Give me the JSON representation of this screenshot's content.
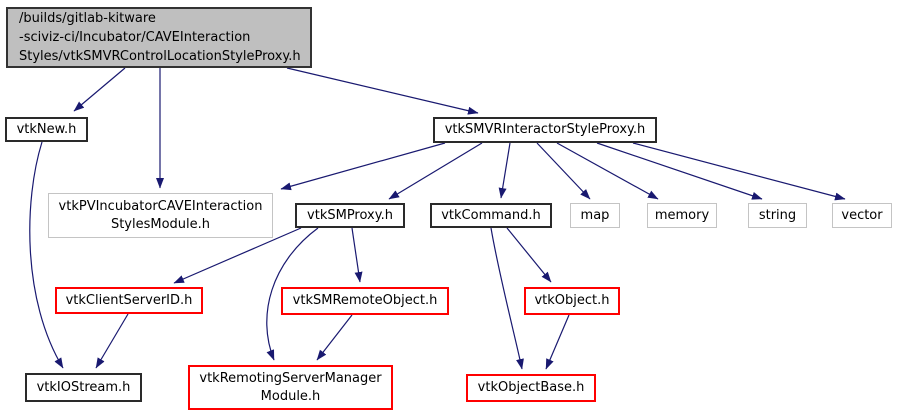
{
  "nodes": {
    "main": {
      "label": "/builds/gitlab-kitware\n-sciviz-ci/Incubator/CAVEInteraction\nStyles/vtkSMVRControlLocationStyleProxy.h",
      "type": "main"
    },
    "vtkNew": {
      "label": "vtkNew.h",
      "type": "normal"
    },
    "vtkSMVRInteractorStyleProxy": {
      "label": "vtkSMVRInteractorStyleProxy.h",
      "type": "normal"
    },
    "vtkPVIncubatorModule": {
      "label": "vtkPVIncubatorCAVEInteraction\nStylesModule.h",
      "type": "system"
    },
    "vtkSMProxy": {
      "label": "vtkSMProxy.h",
      "type": "normal"
    },
    "vtkCommand": {
      "label": "vtkCommand.h",
      "type": "normal"
    },
    "map": {
      "label": "map",
      "type": "system"
    },
    "memory": {
      "label": "memory",
      "type": "system"
    },
    "string": {
      "label": "string",
      "type": "system"
    },
    "vector": {
      "label": "vector",
      "type": "system"
    },
    "vtkClientServerID": {
      "label": "vtkClientServerID.h",
      "type": "truncated"
    },
    "vtkSMRemoteObject": {
      "label": "vtkSMRemoteObject.h",
      "type": "truncated"
    },
    "vtkObject": {
      "label": "vtkObject.h",
      "type": "truncated"
    },
    "vtkIOStream": {
      "label": "vtkIOStream.h",
      "type": "normal"
    },
    "vtkRemotingServerManagerModule": {
      "label": "vtkRemotingServerManager\nModule.h",
      "type": "truncated"
    },
    "vtkObjectBase": {
      "label": "vtkObjectBase.h",
      "type": "truncated"
    }
  },
  "edges": [
    {
      "from": "main",
      "to": "vtkNew"
    },
    {
      "from": "main",
      "to": "vtkPVIncubatorModule"
    },
    {
      "from": "main",
      "to": "vtkSMVRInteractorStyleProxy"
    },
    {
      "from": "vtkNew",
      "to": "vtkIOStream"
    },
    {
      "from": "vtkSMVRInteractorStyleProxy",
      "to": "vtkPVIncubatorModule"
    },
    {
      "from": "vtkSMVRInteractorStyleProxy",
      "to": "vtkSMProxy"
    },
    {
      "from": "vtkSMVRInteractorStyleProxy",
      "to": "vtkCommand"
    },
    {
      "from": "vtkSMVRInteractorStyleProxy",
      "to": "map"
    },
    {
      "from": "vtkSMVRInteractorStyleProxy",
      "to": "memory"
    },
    {
      "from": "vtkSMVRInteractorStyleProxy",
      "to": "string"
    },
    {
      "from": "vtkSMVRInteractorStyleProxy",
      "to": "vector"
    },
    {
      "from": "vtkSMProxy",
      "to": "vtkClientServerID"
    },
    {
      "from": "vtkSMProxy",
      "to": "vtkRemotingServerManagerModule"
    },
    {
      "from": "vtkSMProxy",
      "to": "vtkSMRemoteObject"
    },
    {
      "from": "vtkSMRemoteObject",
      "to": "vtkRemotingServerManagerModule"
    },
    {
      "from": "vtkClientServerID",
      "to": "vtkIOStream"
    },
    {
      "from": "vtkCommand",
      "to": "vtkObject"
    },
    {
      "from": "vtkCommand",
      "to": "vtkObjectBase"
    },
    {
      "from": "vtkObject",
      "to": "vtkObjectBase"
    }
  ],
  "colors": {
    "arrow": "#191970",
    "main_fill": "#bfbfbf",
    "normal_border": "#2a2a2a",
    "system_border": "#c4c4c4",
    "truncated_border": "#ff0000",
    "background": "#ffffff"
  }
}
